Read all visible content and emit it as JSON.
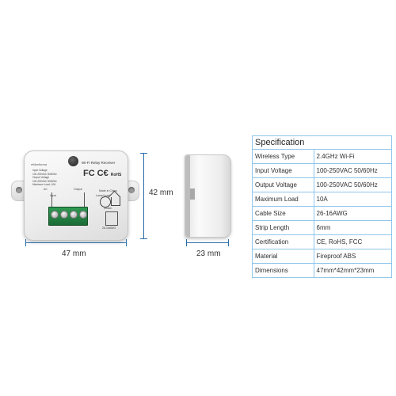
{
  "device_front": {
    "brand": "eMaxforma",
    "title": "Wi-Fi Relay Receiver",
    "specs": [
      "Input Voltage",
      "100-250VAC 50/60Hz",
      "Output Voltage",
      "100-250VAC 50/60Hz",
      "Maximum Load: 10A"
    ],
    "marks": [
      "FC",
      "C€",
      "RoHS"
    ],
    "labels": {
      "output": "Output",
      "lamp_load": "Lamp/Load",
      "made_in": "Made in China",
      "ac": "AC",
      "input": "Input",
      "switch": "Switch",
      "awg": "26-16AWG"
    }
  },
  "dimensions": {
    "width": "47 mm",
    "height": "42 mm",
    "depth": "23 mm"
  },
  "specification": {
    "title": "Specification",
    "rows": [
      {
        "key": "Wireless Type",
        "value": "2.4GHz Wi-Fi"
      },
      {
        "key": "Input Voltage",
        "value": "100-250VAC 50/60Hz"
      },
      {
        "key": "Output Voltage",
        "value": "100-250VAC 50/60Hz"
      },
      {
        "key": "Maximum Load",
        "value": "10A"
      },
      {
        "key": "Cable Size",
        "value": "26-16AWG"
      },
      {
        "key": "Strip Length",
        "value": "6mm"
      },
      {
        "key": "Certification",
        "value": "CE, RoHS, FCC"
      },
      {
        "key": "Material",
        "value": "Fireproof ABS"
      },
      {
        "key": "Dimensions",
        "value": "47mm*42mm*23mm"
      }
    ]
  },
  "colors": {
    "dimension_line": "#2a6da8",
    "table_border": "#8fc6ea",
    "terminal_green": "#2f9a52"
  }
}
